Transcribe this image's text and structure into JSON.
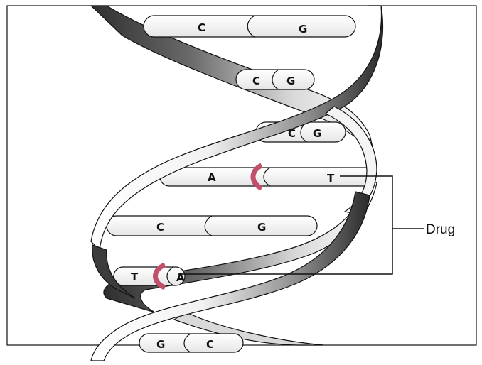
{
  "figure": {
    "callout": {
      "label": "Drug"
    },
    "base_pairs": [
      {
        "left": "C",
        "right": "G"
      },
      {
        "left": "C",
        "right": "G"
      },
      {
        "left": "C",
        "right": "G"
      },
      {
        "left": "A",
        "right": "T",
        "drug_bound": true
      },
      {
        "left": "C",
        "right": "G"
      },
      {
        "left": "T",
        "right": "A",
        "drug_bound": true
      },
      {
        "left": "G",
        "right": "C"
      }
    ],
    "colors": {
      "drug": "#c0506a",
      "outline": "#111111",
      "backbone_dark": "#3a3a3a",
      "backbone_light": "#ffffff"
    }
  }
}
